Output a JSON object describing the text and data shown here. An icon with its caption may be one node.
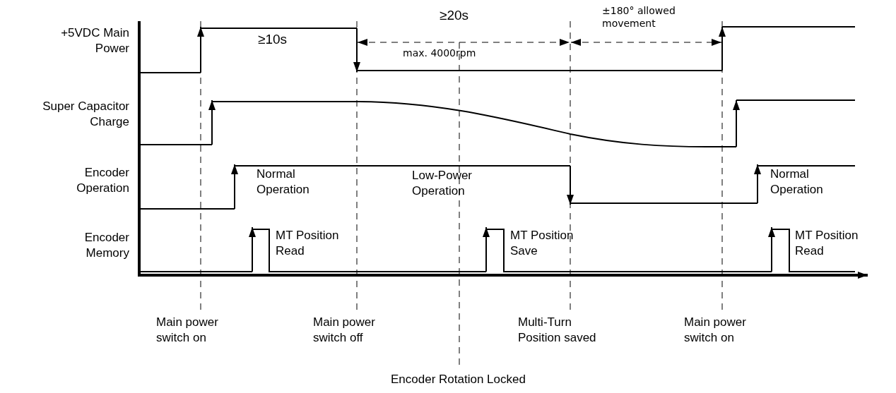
{
  "diagram": {
    "labels": [
      "±180° allowed movement",
      "+5VDC Main Power",
      "≥10s",
      "≥20s",
      "max. 4000rpm",
      "Super Capacitor Charge",
      "Encoder Operation",
      "Normal Operation",
      "Low-Power Operation",
      "Normal Operation",
      "Encoder Memory",
      "MT Position Read",
      "MT Position Save",
      "MT Position Read",
      "Main power switch on",
      "Main power switch off",
      "Multi-Turn Position saved",
      "Main power switch on",
      "Encoder Rotation Locked"
    ]
  }
}
